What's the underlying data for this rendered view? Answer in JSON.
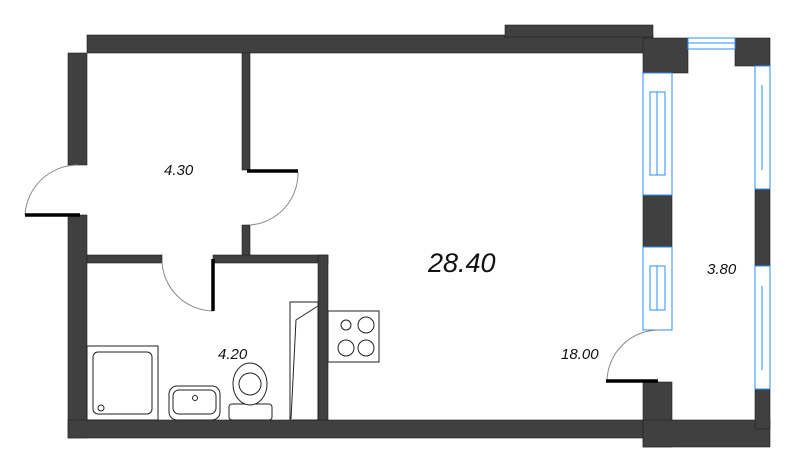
{
  "plan": {
    "rooms": [
      {
        "id": "hallway",
        "area": "4.30"
      },
      {
        "id": "living",
        "area": "28.40"
      },
      {
        "id": "bathroom",
        "area": "4.20"
      },
      {
        "id": "total",
        "area": "18.00"
      },
      {
        "id": "balcony",
        "area": "3.80"
      }
    ],
    "colors": {
      "wall": "#404040",
      "window": "#2a8cff",
      "background": "#ffffff"
    }
  }
}
